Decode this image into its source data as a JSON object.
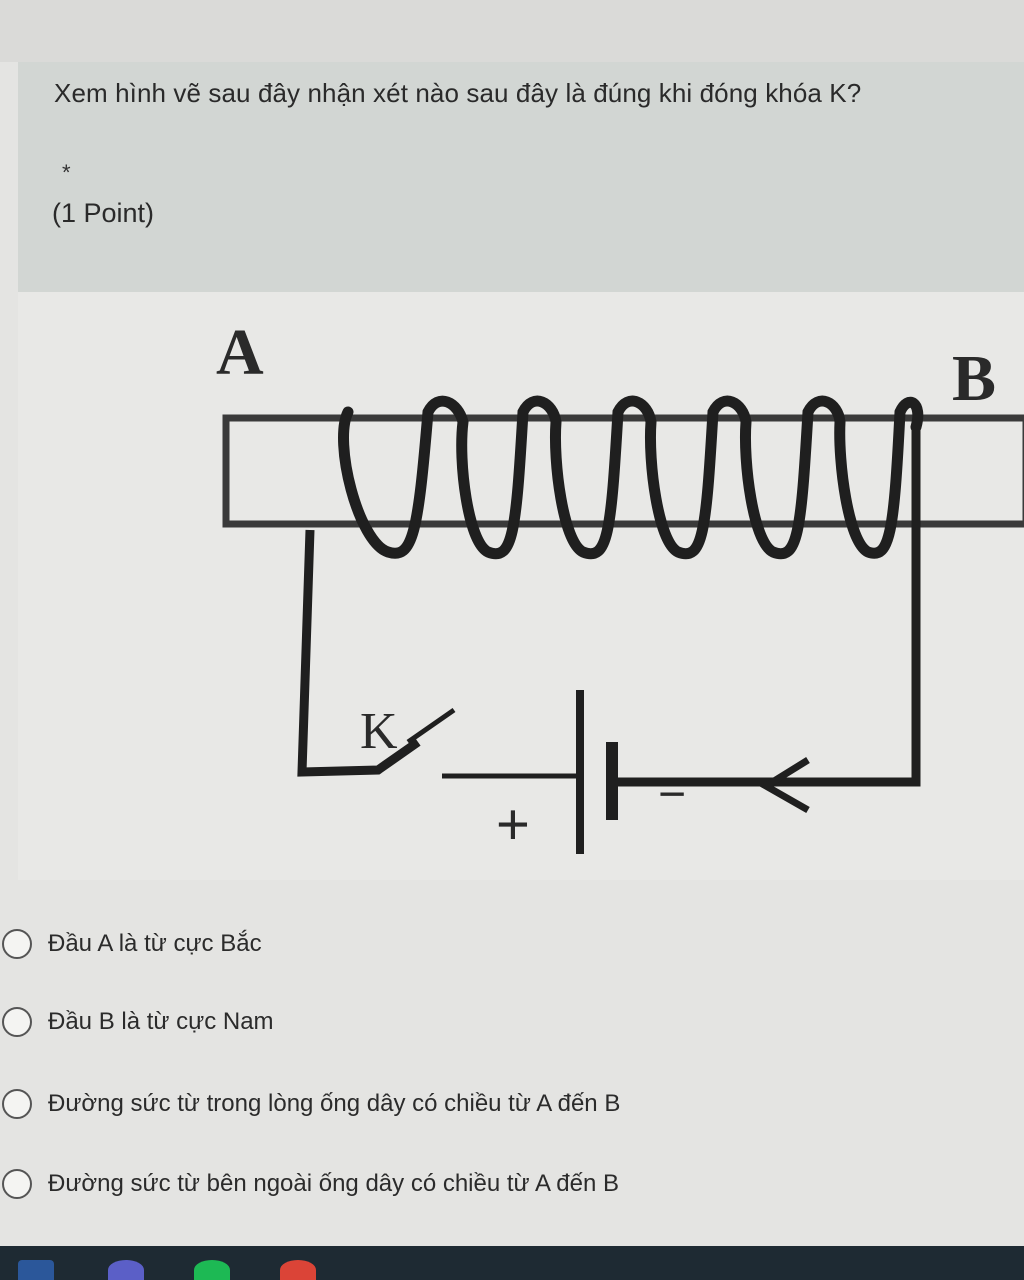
{
  "question": {
    "title": "Xem hình vẽ sau đây nhận xét nào sau đây là đúng khi đóng khóa K?",
    "required_marker": "*",
    "points": "(1 Point)"
  },
  "figure": {
    "label_a": "A",
    "label_b": "B",
    "label_k": "K",
    "label_plus": "+",
    "label_minus": "−"
  },
  "options": [
    {
      "label": "Đầu A là từ cực Bắc",
      "selected": false
    },
    {
      "label": "Đầu B là từ cực Nam",
      "selected": false
    },
    {
      "label": "Đường sức từ trong lòng ống dây có chiều từ A đến B",
      "selected": false
    },
    {
      "label": "Đường sức từ bên ngoài ống dây có chiều từ A đến B",
      "selected": false
    }
  ],
  "taskbar": {
    "icons": [
      "word-icon",
      "teams-icon",
      "spotify-icon",
      "chrome-icon"
    ],
    "colors": {
      "word": "#2b579a",
      "teams": "#5b5fc7",
      "spotify": "#1db954",
      "chrome": "#db4437"
    }
  }
}
